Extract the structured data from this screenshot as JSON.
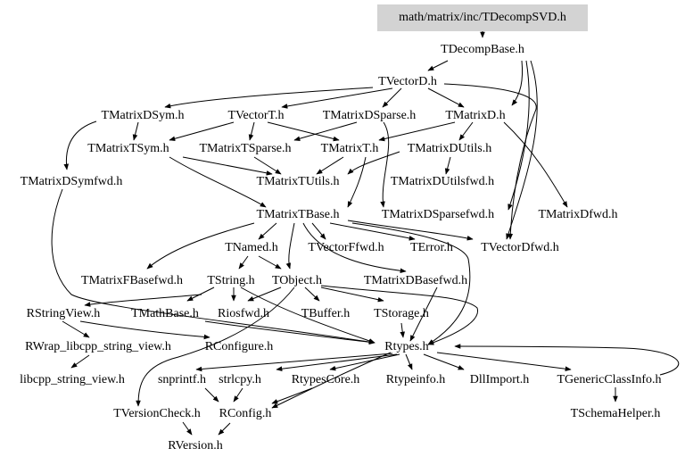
{
  "graph": {
    "root_fill": "#d3d3d3",
    "edge_color": "#000000",
    "nodes": [
      {
        "id": "n0",
        "label": "math/matrix/inc/TDecompSVD.h",
        "root": true
      },
      {
        "id": "n1",
        "label": "TDecompBase.h"
      },
      {
        "id": "n2",
        "label": "TVectorD.h"
      },
      {
        "id": "n3",
        "label": "TMatrixDSym.h"
      },
      {
        "id": "n4",
        "label": "TVectorT.h"
      },
      {
        "id": "n5",
        "label": "TMatrixDSparse.h"
      },
      {
        "id": "n6",
        "label": "TMatrixD.h"
      },
      {
        "id": "n7",
        "label": "TMatrixTSym.h"
      },
      {
        "id": "n8",
        "label": "TMatrixTSparse.h"
      },
      {
        "id": "n9",
        "label": "TMatrixT.h"
      },
      {
        "id": "n10",
        "label": "TMatrixDUtils.h"
      },
      {
        "id": "n11",
        "label": "TMatrixDSymfwd.h"
      },
      {
        "id": "n12",
        "label": "TMatrixTUtils.h"
      },
      {
        "id": "n13",
        "label": "TMatrixDUtilsfwd.h"
      },
      {
        "id": "n14",
        "label": "TMatrixTBase.h"
      },
      {
        "id": "n15",
        "label": "TMatrixDSparsefwd.h"
      },
      {
        "id": "n16",
        "label": "TMatrixDfwd.h"
      },
      {
        "id": "n17",
        "label": "TNamed.h"
      },
      {
        "id": "n18",
        "label": "TVectorFfwd.h"
      },
      {
        "id": "n19",
        "label": "TError.h"
      },
      {
        "id": "n20",
        "label": "TVectorDfwd.h"
      },
      {
        "id": "n21",
        "label": "TMatrixFBasefwd.h"
      },
      {
        "id": "n22",
        "label": "TString.h"
      },
      {
        "id": "n23",
        "label": "TObject.h"
      },
      {
        "id": "n24",
        "label": "TMatrixDBasefwd.h"
      },
      {
        "id": "n25",
        "label": "RStringView.h"
      },
      {
        "id": "n26",
        "label": "TMathBase.h"
      },
      {
        "id": "n27",
        "label": "Riosfwd.h"
      },
      {
        "id": "n28",
        "label": "TBuffer.h"
      },
      {
        "id": "n29",
        "label": "TStorage.h"
      },
      {
        "id": "n30",
        "label": "RWrap_libcpp_string_view.h"
      },
      {
        "id": "n31",
        "label": "RConfigure.h"
      },
      {
        "id": "n32",
        "label": "Rtypes.h"
      },
      {
        "id": "n33",
        "label": "libcpp_string_view.h"
      },
      {
        "id": "n34",
        "label": "snprintf.h"
      },
      {
        "id": "n35",
        "label": "strlcpy.h"
      },
      {
        "id": "n36",
        "label": "RtypesCore.h"
      },
      {
        "id": "n37",
        "label": "Rtypeinfo.h"
      },
      {
        "id": "n38",
        "label": "DllImport.h"
      },
      {
        "id": "n39",
        "label": "TGenericClassInfo.h"
      },
      {
        "id": "n40",
        "label": "TVersionCheck.h"
      },
      {
        "id": "n41",
        "label": "RConfig.h"
      },
      {
        "id": "n42",
        "label": "TSchemaHelper.h"
      },
      {
        "id": "n43",
        "label": "RVersion.h"
      }
    ]
  }
}
